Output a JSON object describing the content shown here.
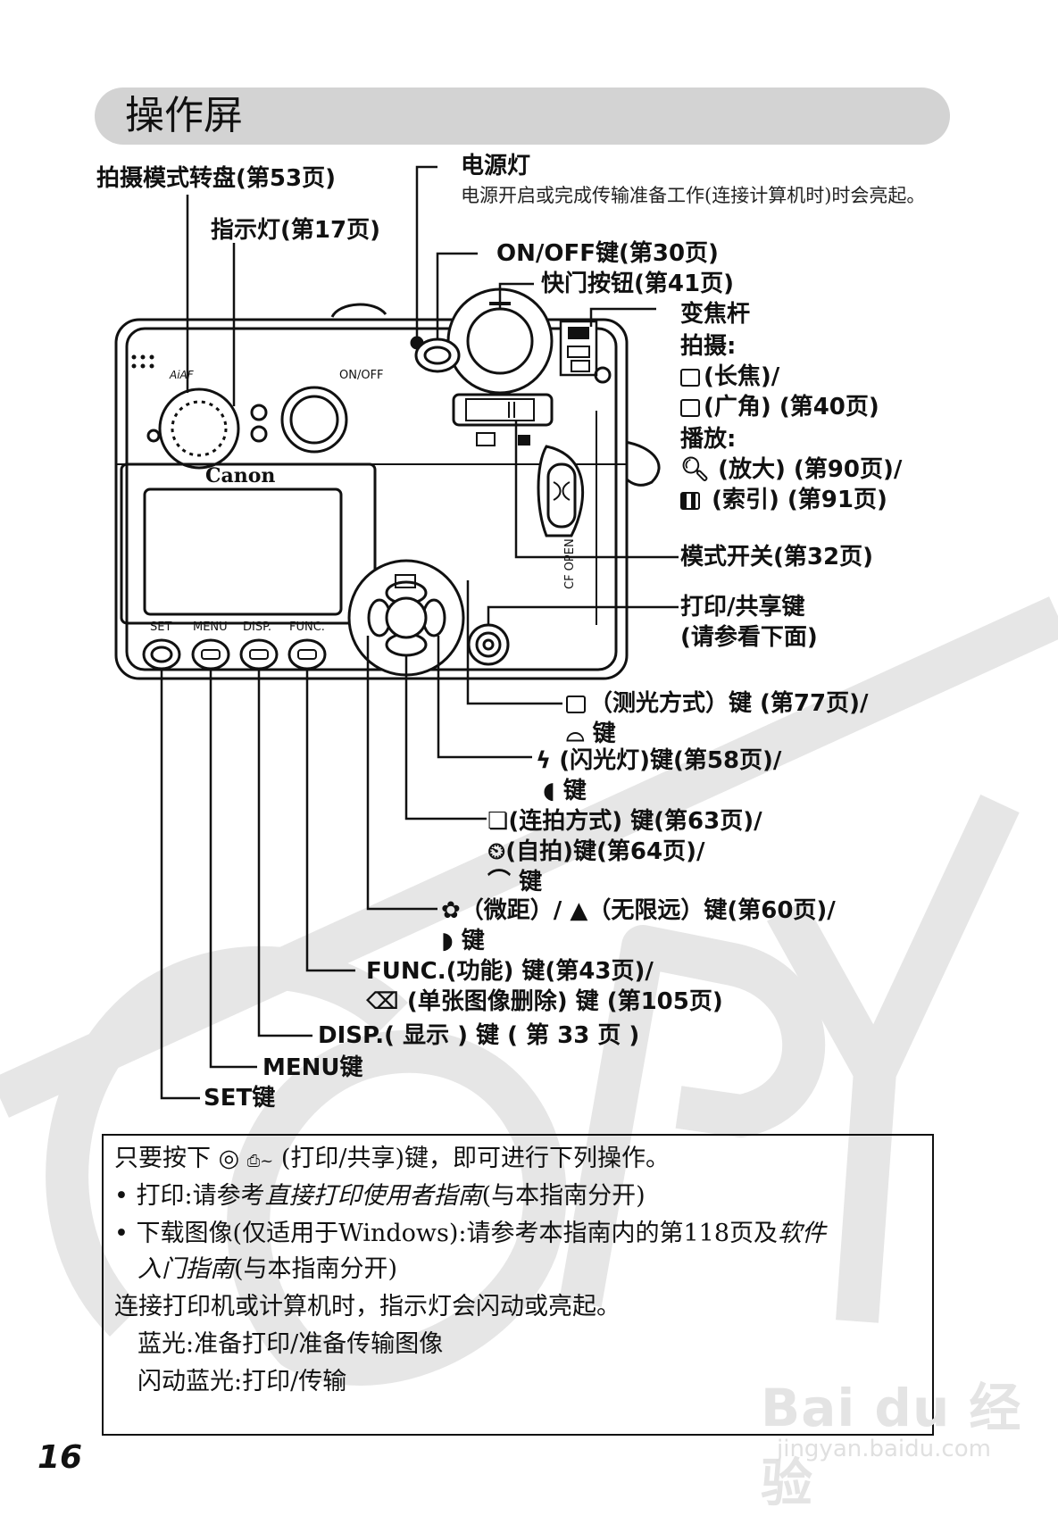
{
  "section": {
    "title": "操作屏"
  },
  "callouts": {
    "mode_dial": "拍摄模式转盘(第53页)",
    "indicator": "指示灯(第17页)",
    "power_lamp_title": "电源灯",
    "power_lamp_desc": "电源开启或完成传输准备工作(连接计算机时)时会亮起。",
    "onoff": "ON/OFF键(第30页)",
    "shutter": "快门按钮(第41页)",
    "zoom_title": "变焦杆",
    "zoom_shoot": "拍摄:",
    "zoom_tele": "(长焦)/",
    "zoom_wide": "(广角) (第40页)",
    "zoom_play": "播放:",
    "zoom_magnify": "(放大) (第90页)/",
    "zoom_index": "(索引) (第91页)",
    "mode_switch": "模式开关(第32页)",
    "print_share_1": "打印/共享键",
    "print_share_2": "(请参看下面)",
    "metering_1": "（测光方式）键 (第77页)/",
    "metering_2": "键",
    "flash_1": "(闪光灯)键(第58页)/",
    "flash_2": "键",
    "drive_1": "(连拍方式) 键(第63页)/",
    "drive_2": "(自拍)键(第64页)/",
    "drive_3": "键",
    "macro_1": "（微距）/",
    "macro_1b": "（无限远）键(第60页)/",
    "macro_2": "键",
    "func_1": "FUNC.(功能) 键(第43页)/",
    "func_2": "(单张图像删除) 键 (第105页)",
    "disp": "DISP.( 显示 ) 键 ( 第 33 页 )",
    "menu": "MENU键",
    "set": "SET键"
  },
  "camera": {
    "brand": "Canon",
    "onoff_label": "ON/OFF",
    "aiaf_label": "AiAF",
    "buttons": [
      "SET",
      "MENU",
      "DISP.",
      "FUNC."
    ],
    "cf_label": "CF OPEN"
  },
  "info_box": {
    "line1_a": "只要按下",
    "line1_b": "(打印/共享)键，即可进行下列操作。",
    "bullet1_a": "打印:请参考",
    "bullet1_b": "直接打印使用者指南",
    "bullet1_c": "(与本指南分开)",
    "bullet2_a": "下载图像(仅适用于Windows):请参考本指南内的第118页及",
    "bullet2_b": "软件",
    "bullet2_c": "入门指南",
    "bullet2_d": "(与本指南分开)",
    "line4": "连接打印机或计算机时，指示灯会闪动或亮起。",
    "line5": "蓝光:准备打印/准备传输图像",
    "line6": "闪动蓝光:打印/传输",
    "bullet_symbol": "•"
  },
  "page_number": "16",
  "watermark": {
    "brand": "Bai du 经验",
    "url": "jingyan.baidu.com"
  }
}
